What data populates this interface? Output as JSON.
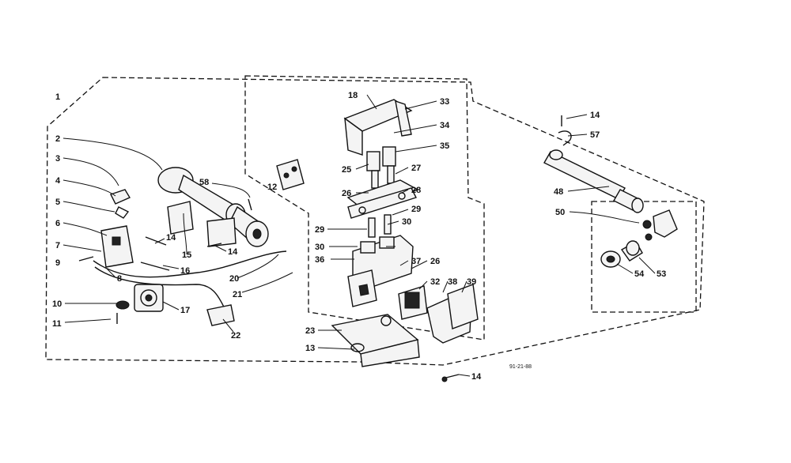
{
  "diagram": {
    "corner_code": "91-21-88",
    "callouts": [
      {
        "id": "c1",
        "text": "1"
      },
      {
        "id": "c2",
        "text": "2"
      },
      {
        "id": "c3",
        "text": "3"
      },
      {
        "id": "c4",
        "text": "4"
      },
      {
        "id": "c5",
        "text": "5"
      },
      {
        "id": "c6",
        "text": "6"
      },
      {
        "id": "c7",
        "text": "7"
      },
      {
        "id": "c9",
        "text": "9"
      },
      {
        "id": "c8",
        "text": "8"
      },
      {
        "id": "c10",
        "text": "10"
      },
      {
        "id": "c11",
        "text": "11"
      },
      {
        "id": "c14a",
        "text": "14"
      },
      {
        "id": "c15",
        "text": "15"
      },
      {
        "id": "c14b",
        "text": "14"
      },
      {
        "id": "c16",
        "text": "16"
      },
      {
        "id": "c17",
        "text": "17"
      },
      {
        "id": "c58",
        "text": "58"
      },
      {
        "id": "c12",
        "text": "12"
      },
      {
        "id": "c20",
        "text": "20"
      },
      {
        "id": "c21",
        "text": "21"
      },
      {
        "id": "c22",
        "text": "22"
      },
      {
        "id": "c18",
        "text": "18"
      },
      {
        "id": "c33",
        "text": "33"
      },
      {
        "id": "c34",
        "text": "34"
      },
      {
        "id": "c35",
        "text": "35"
      },
      {
        "id": "c25",
        "text": "25"
      },
      {
        "id": "c27",
        "text": "27"
      },
      {
        "id": "c26a",
        "text": "26"
      },
      {
        "id": "c28",
        "text": "28"
      },
      {
        "id": "c29a",
        "text": "29"
      },
      {
        "id": "c29b",
        "text": "29"
      },
      {
        "id": "c30a",
        "text": "30"
      },
      {
        "id": "c30b",
        "text": "30"
      },
      {
        "id": "c36",
        "text": "36"
      },
      {
        "id": "c37",
        "text": "37"
      },
      {
        "id": "c26b",
        "text": "26"
      },
      {
        "id": "c32",
        "text": "32"
      },
      {
        "id": "c38",
        "text": "38"
      },
      {
        "id": "c39",
        "text": "39"
      },
      {
        "id": "c23",
        "text": "23"
      },
      {
        "id": "c13",
        "text": "13"
      },
      {
        "id": "c14c",
        "text": "14"
      },
      {
        "id": "c14d",
        "text": "14"
      },
      {
        "id": "c57",
        "text": "57"
      },
      {
        "id": "c48",
        "text": "48"
      },
      {
        "id": "c50",
        "text": "50"
      },
      {
        "id": "c54",
        "text": "54"
      },
      {
        "id": "c53",
        "text": "53"
      }
    ]
  }
}
